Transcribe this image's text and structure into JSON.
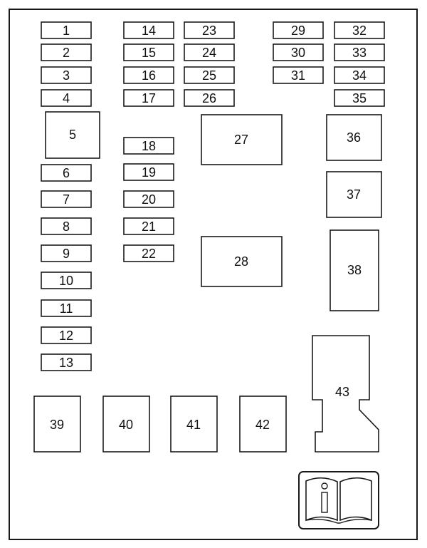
{
  "fuses": {
    "f1": "1",
    "f2": "2",
    "f3": "3",
    "f4": "4",
    "f5": "5",
    "f6": "6",
    "f7": "7",
    "f8": "8",
    "f9": "9",
    "f10": "10",
    "f11": "11",
    "f12": "12",
    "f13": "13",
    "f14": "14",
    "f15": "15",
    "f16": "16",
    "f17": "17",
    "f18": "18",
    "f19": "19",
    "f20": "20",
    "f21": "21",
    "f22": "22",
    "f23": "23",
    "f24": "24",
    "f25": "25",
    "f26": "26",
    "f27": "27",
    "f28": "28",
    "f29": "29",
    "f30": "30",
    "f31": "31",
    "f32": "32",
    "f33": "33",
    "f34": "34",
    "f35": "35",
    "f36": "36",
    "f37": "37",
    "f38": "38",
    "f39": "39",
    "f40": "40",
    "f41": "41",
    "f42": "42",
    "f43": "43"
  },
  "icons": {
    "info": "book-info-icon"
  }
}
